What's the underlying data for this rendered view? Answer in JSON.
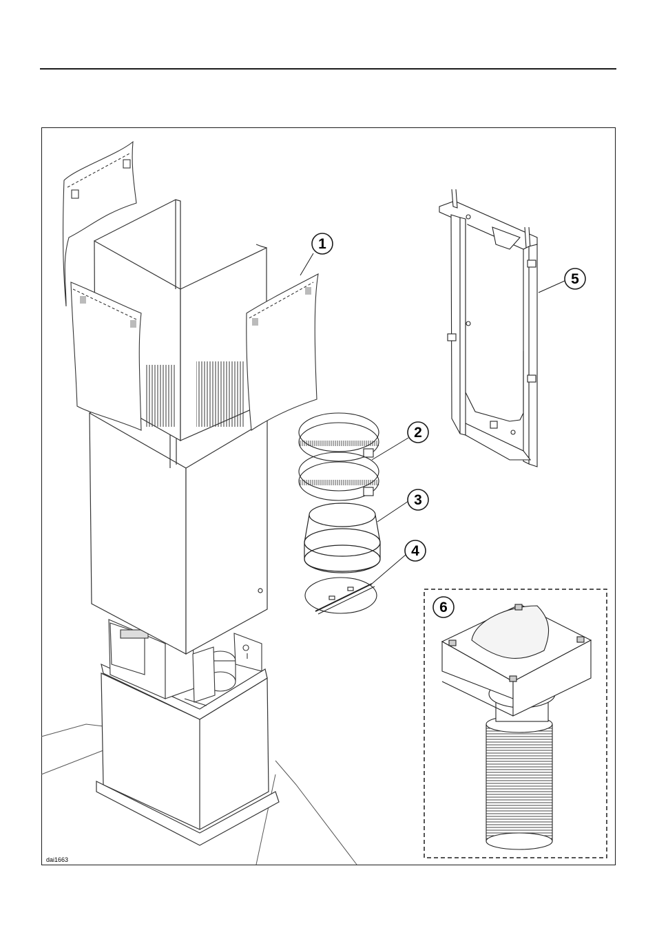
{
  "callouts": [
    {
      "id": "1",
      "label": "1"
    },
    {
      "id": "2",
      "label": "2"
    },
    {
      "id": "3",
      "label": "3"
    },
    {
      "id": "4",
      "label": "4"
    },
    {
      "id": "5",
      "label": "5"
    },
    {
      "id": "6",
      "label": "6"
    }
  ],
  "drawing_code": "dai1663",
  "colors": {
    "line": "#1a1a1a",
    "faint": "#777777",
    "paper": "#ffffff"
  }
}
